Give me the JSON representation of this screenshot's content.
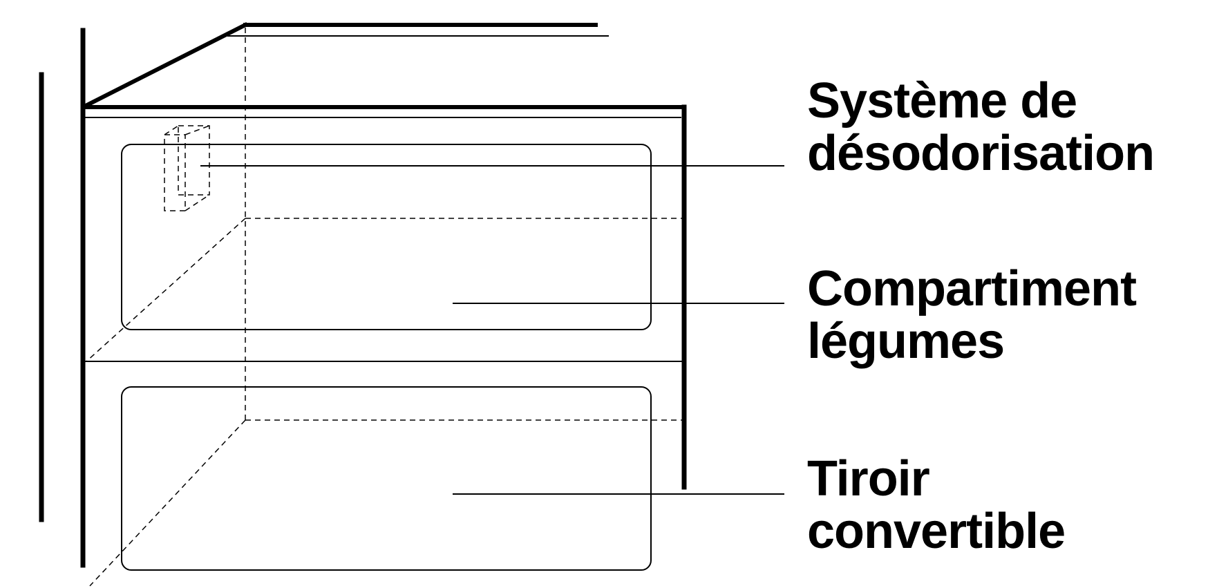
{
  "callouts": [
    {
      "line1": "Système de",
      "line2": "désodorisation"
    },
    {
      "line1": "Compartiment",
      "line2": "légumes"
    },
    {
      "line1": "Tiroir",
      "line2": "convertible"
    }
  ],
  "colors": {
    "ink": "#000000",
    "background": "#ffffff"
  }
}
